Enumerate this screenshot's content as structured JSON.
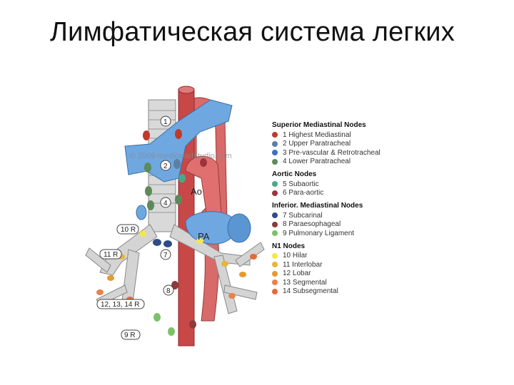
{
  "title": "Лимфатическая система легких",
  "watermark": "© 2009 medicalartstudio.com",
  "labels": {
    "ao": "Ao",
    "pa": "PA",
    "station_1": "1",
    "station_2": "2",
    "station_4": "4",
    "station_7": "7",
    "station_8": "8",
    "station_10r": "10 R",
    "station_11r": "11 R",
    "station_12_14r": "12, 13, 14 R",
    "station_9r": "9 R"
  },
  "legend": [
    {
      "heading": "Superior Mediastinal Nodes",
      "items": [
        {
          "label": "1 Highest Mediastinal",
          "color": "#c0392b"
        },
        {
          "label": "2 Upper Paratracheal",
          "color": "#5b7fa6"
        },
        {
          "label": "3 Pre-vascular & Retrotracheal",
          "color": "#3a6fc4"
        },
        {
          "label": "4 Lower Paratracheal",
          "color": "#5d8a5a"
        }
      ]
    },
    {
      "heading": "Aortic Nodes",
      "items": [
        {
          "label": "5 Subaortic",
          "color": "#4aa88a"
        },
        {
          "label": "6 Para-aortic",
          "color": "#a0323c"
        }
      ]
    },
    {
      "heading": "Inferior. Mediastinal Nodes",
      "items": [
        {
          "label": "7 Subcarinal",
          "color": "#2f4c8a"
        },
        {
          "label": "8 Paraesophageal",
          "color": "#8e3a3a"
        },
        {
          "label": "9 Pulmonary Ligament",
          "color": "#7cc06a"
        }
      ]
    },
    {
      "heading": "N1 Nodes",
      "items": [
        {
          "label": "10 Hilar",
          "color": "#f2e84a"
        },
        {
          "label": "11 Interlobar",
          "color": "#e8b43a"
        },
        {
          "label": "12 Lobar",
          "color": "#e59a2f"
        },
        {
          "label": "13 Segmental",
          "color": "#e8824a"
        },
        {
          "label": "14 Subsegmental",
          "color": "#e36a3a"
        }
      ]
    }
  ]
}
